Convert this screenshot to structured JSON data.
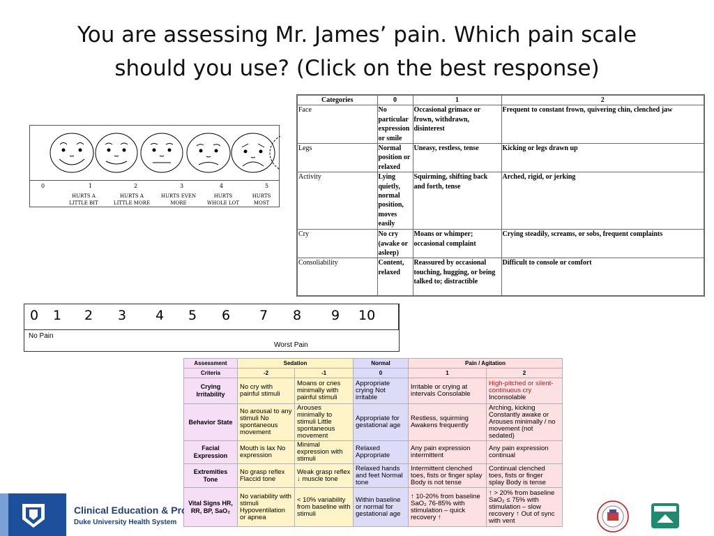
{
  "title": {
    "line1": "You are assessing Mr. James’ pain.  Which pain scale",
    "line2": "should you use? (Click on the best response)"
  },
  "faces_scale": {
    "numbers": [
      "0",
      "1",
      "2",
      "3",
      "4",
      "5"
    ],
    "labels": [
      [
        "",
        ""
      ],
      [
        "HURTS A",
        "LITTLE BIT"
      ],
      [
        "HURTS A",
        "LITTLE MORE"
      ],
      [
        "HURTS EVEN",
        "MORE"
      ],
      [
        "HURTS",
        "WHOLE LOT"
      ],
      [
        "HURTS",
        "MOST"
      ]
    ]
  },
  "flacc": {
    "headers": [
      "Categories",
      "0",
      "1",
      "2"
    ],
    "rows": [
      {
        "cat": "Face",
        "c0": "No particular expression or smile",
        "c1": "Occasional grimace or frown, withdrawn, disinterest",
        "c2": "Frequent to constant frown, quivering chin, clenched jaw"
      },
      {
        "cat": "Legs",
        "c0": "Normal position or relaxed",
        "c1": "Uneasy, restless, tense",
        "c2": "Kicking or legs drawn up"
      },
      {
        "cat": "Activity",
        "c0": "Lying quietly, normal position, moves easily",
        "c1": "Squirming, shifting back and forth, tense",
        "c2": "Arched, rigid, or jerking"
      },
      {
        "cat": "Cry",
        "c0": "No cry (awake or asleep)",
        "c1": "Moans or whimper; occasional complaint",
        "c2": "Crying steadily, screams, or sobs, frequent complaints"
      },
      {
        "cat": "Consoliability",
        "c0": "Content, relaxed",
        "c1": "Reassured by occasional touching, hugging, or being talked to; distractible",
        "c2": "Difficult to console or comfort"
      }
    ]
  },
  "numeric_scale": {
    "numbers": [
      "0",
      "1",
      "2",
      "3",
      "4",
      "5",
      "6",
      "7",
      "8",
      "9",
      "10"
    ],
    "low_label": "No Pain",
    "high_label": "Worst Pain"
  },
  "npass": {
    "header": {
      "assessment": "Assessment",
      "sedation": "Sedation",
      "normal": "Normal",
      "pain": "Pain / Agitation"
    },
    "criteria": {
      "label": "Criteria",
      "values": [
        "-2",
        "-1",
        "0",
        "1",
        "2"
      ]
    },
    "rows": [
      {
        "label": "Crying Irritability",
        "m2": "No cry with painful stimuli",
        "m1": "Moans or cries minimally with painful stimuli",
        "n0": "Appropriate crying Not irritable",
        "p1": "Irritable or crying at intervals Consolable",
        "p2a": "High-pitched or silent-continuous cry",
        "p2b": "Inconsolable"
      },
      {
        "label": "Behavior State",
        "m2": "No arousal to any stimuli No spontaneous movement",
        "m1": "Arouses minimally to stimuli Little spontaneous movement",
        "n0": "Appropriate for gestational age",
        "p1": "Restless, squirming Awakens frequently",
        "p2a": "",
        "p2b": "Arching, kicking Constantly awake or Arouses minimally / no movement (not sedated)"
      },
      {
        "label": "Facial Expression",
        "m2": "Mouth is lax No expression",
        "m1": "Minimal expression with stimuli",
        "n0": "Relaxed Appropriate",
        "p1": "Any pain expression intermittent",
        "p2a": "",
        "p2b": "Any pain expression continual"
      },
      {
        "label": "Extremities Tone",
        "m2": "No grasp reflex Flaccid tone",
        "m1": "Weak grasp reflex ↓ muscle tone",
        "n0": "Relaxed hands and feet Normal tone",
        "p1": "Intermittent clenched toes, fists or finger splay Body is not tense",
        "p2a": "",
        "p2b": "Continual clenched toes, fists or finger splay Body is tense"
      },
      {
        "label": "Vital Signs HR, RR, BP, SaO₂",
        "m2": "No variability with stimuli Hypoventilation or apnea",
        "m1": "< 10% variability from baseline with stimuli",
        "n0": "Within baseline or normal for gestational age",
        "p1": "↑ 10-20% from baseline SaO₂ 76-85% with stimulation – quick recovery ↑",
        "p2a": "",
        "p2b": "↑ > 20% from baseline SaO₂ ≤ 75% with stimulation – slow recovery ↑ Out of sync with vent"
      }
    ]
  },
  "footer": {
    "line1": "Clinical Education & Professional Development",
    "line2": "Duke University Health System"
  },
  "colors": {
    "footer_blue": "#1c4f9c",
    "sedation": "#fff4c8",
    "normal": "#dcdcf8",
    "pain": "#fde0e2",
    "assessment": "#f6dff6",
    "red_text": "#cc1111"
  }
}
